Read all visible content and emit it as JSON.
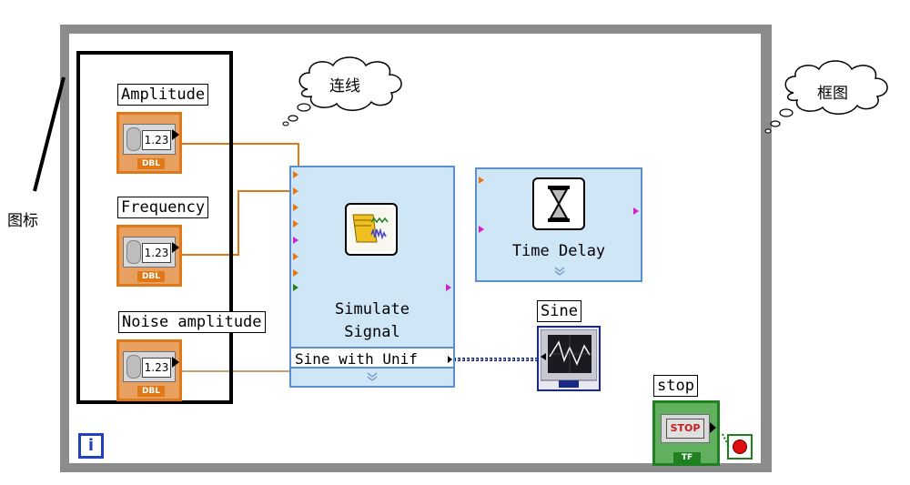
{
  "annotations": {
    "icon_label": "图标",
    "wire_label": "连线",
    "frame_label": "框图"
  },
  "controls": [
    {
      "label": "Amplitude",
      "value": "1.23",
      "type": "DBL"
    },
    {
      "label": "Frequency",
      "value": "1.23",
      "type": "DBL"
    },
    {
      "label": "Noise amplitude",
      "value": "1.23",
      "type": "DBL"
    }
  ],
  "simulate_signal": {
    "title_line1": "Simulate",
    "title_line2": "Signal",
    "output": "Sine with Unif"
  },
  "time_delay": {
    "title": "Time Delay"
  },
  "graph": {
    "label": "Sine"
  },
  "stop": {
    "label": "stop",
    "button_text": "STOP",
    "type": "TF"
  },
  "loop": {
    "iteration_symbol": "i"
  },
  "colors": {
    "double_wire": "#e07818",
    "waveform_wire": "#1a2a80",
    "loop_border": "#8c8c8c",
    "express_bg": "#cfe6f7",
    "boolean_green": "#208020"
  }
}
